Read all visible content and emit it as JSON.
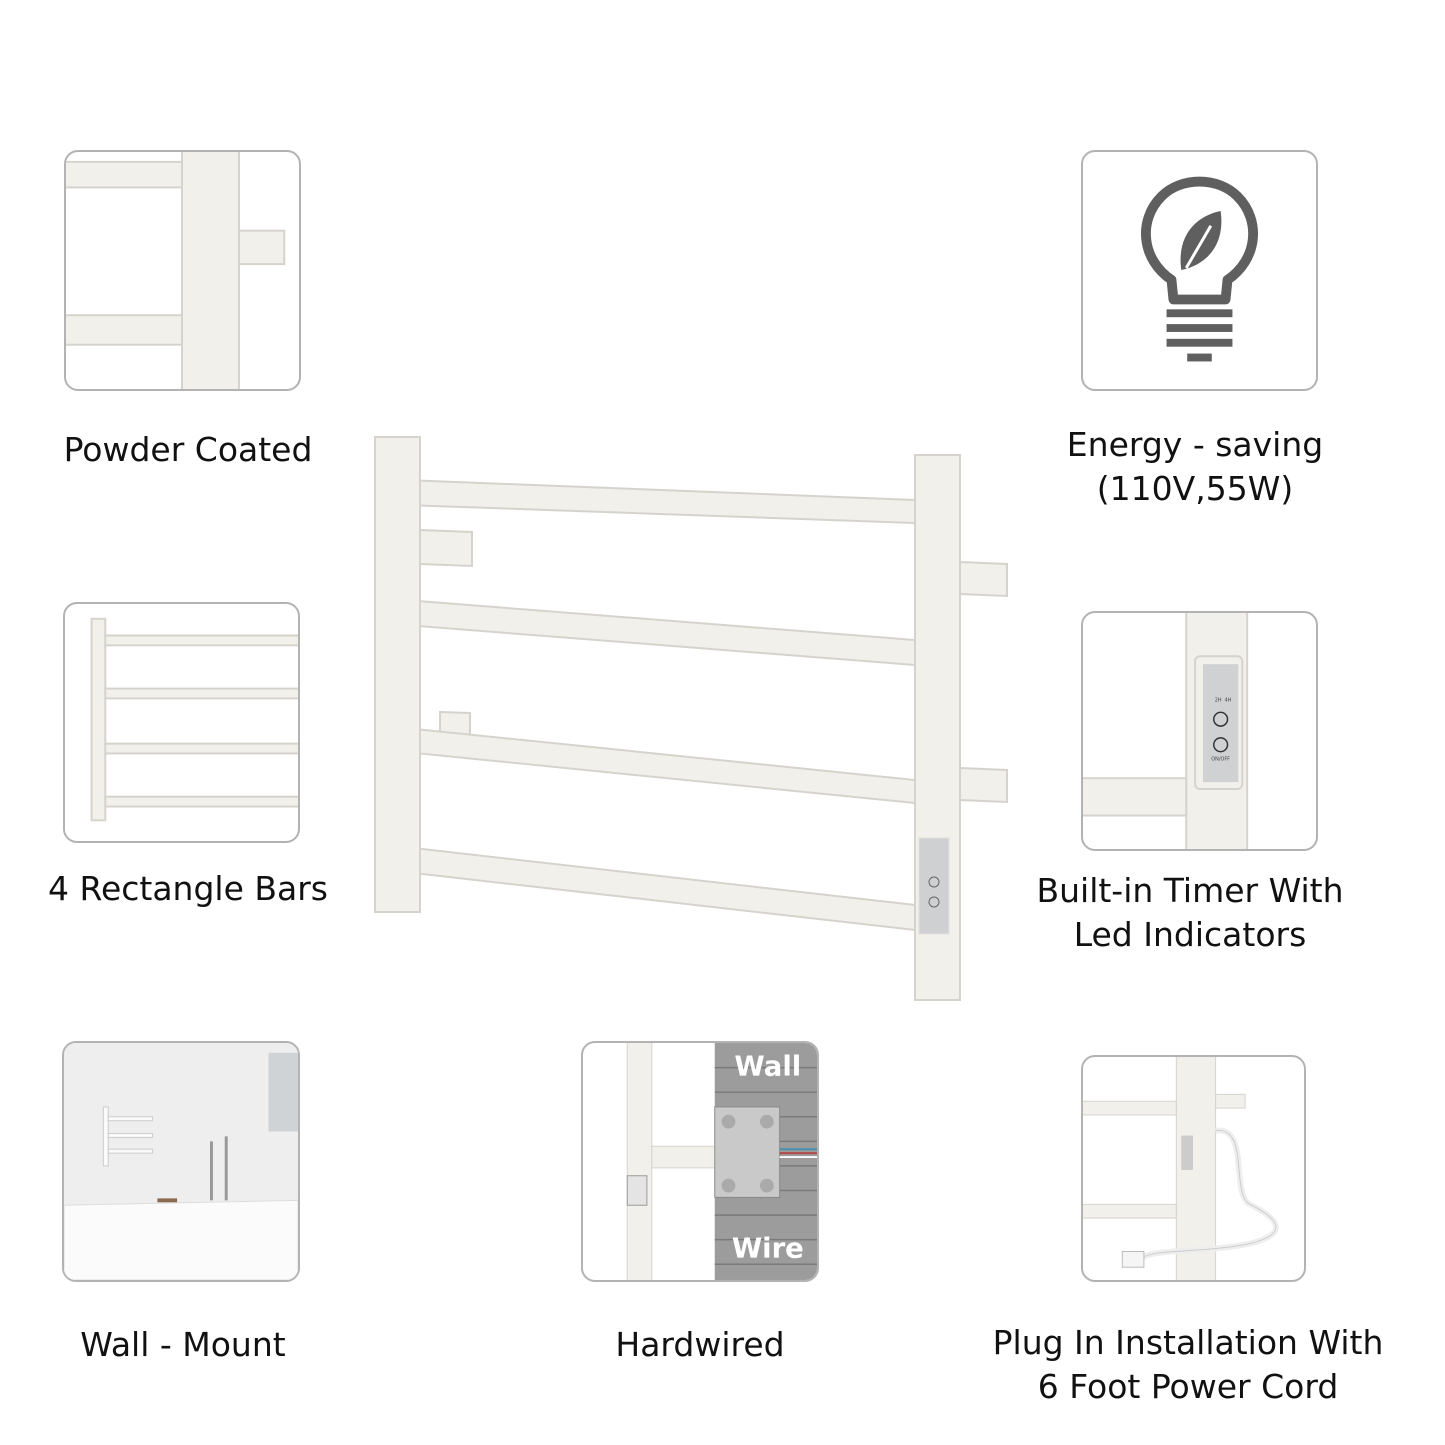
{
  "features": {
    "powder_coated": "Powder Coated",
    "energy_saving": {
      "line1": "Energy - saving",
      "line2": "(110V,55W)"
    },
    "bars": "4 Rectangle Bars",
    "timer": {
      "line1": "Built-in Timer With",
      "line2": "Led Indicators"
    },
    "wall_mount": "Wall - Mount",
    "hardwired": "Hardwired",
    "plug_in": {
      "line1": "Plug In Installation With",
      "line2": "6 Foot Power Cord"
    }
  },
  "hardwired_panel": {
    "top_text": "Wall",
    "bottom_text": "Wire"
  },
  "control_panel": {
    "timer_2h": "2H",
    "timer_4h": "4H",
    "power_label": "ON/OFF"
  },
  "colors": {
    "rack": "#f1efea",
    "rack_edge": "#d8d5cf",
    "border": "#b3b3b3",
    "icon": "#5f5f5f"
  }
}
